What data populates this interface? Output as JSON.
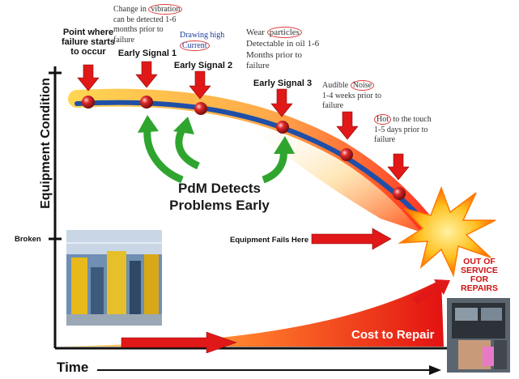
{
  "axes": {
    "y_label": "Equipment Condition",
    "x_label": "Time",
    "broken_label": "Broken"
  },
  "stages": [
    {
      "label": "Point where failure starts to occur"
    },
    {
      "label": "Early Signal 1",
      "note_pre": "Change in ",
      "note_circled": "vibration",
      "note_post": " can be detected 1-6 months prior to failure"
    },
    {
      "label": "Early Signal 2",
      "note_pre": "Drawing high ",
      "note_circled": "Current",
      "note_post": ""
    },
    {
      "label": "Early Signal 3",
      "note_pre": "Wear ",
      "note_circled": "particles",
      "note_post": " Detectable in oil 1-6 Months prior to failure"
    },
    {
      "note_pre": "Audible ",
      "note_circled": "Noise",
      "note_post": " 1-4 weeks prior to failure"
    },
    {
      "note_pre": "",
      "note_circled": "Hot",
      "note_post": " to the touch 1-5 days prior to failure"
    }
  ],
  "pdm_text": "PdM Detects Problems Early",
  "failure_label": "Equipment Fails Here",
  "cost_label": "Cost to Repair",
  "out_of_service_label": "OUT OF SERVICE FOR REPAIRS",
  "colors": {
    "curve_blue": "#1f4fa8",
    "curve_gold": "#f4b400",
    "marker_red": "#c8102e",
    "arrow_red": "#e01818",
    "arrow_green": "#2fa52f",
    "circle_red": "#e23a3a"
  },
  "icons": [
    "factory-photo",
    "repair-photo",
    "explosion-burst"
  ]
}
